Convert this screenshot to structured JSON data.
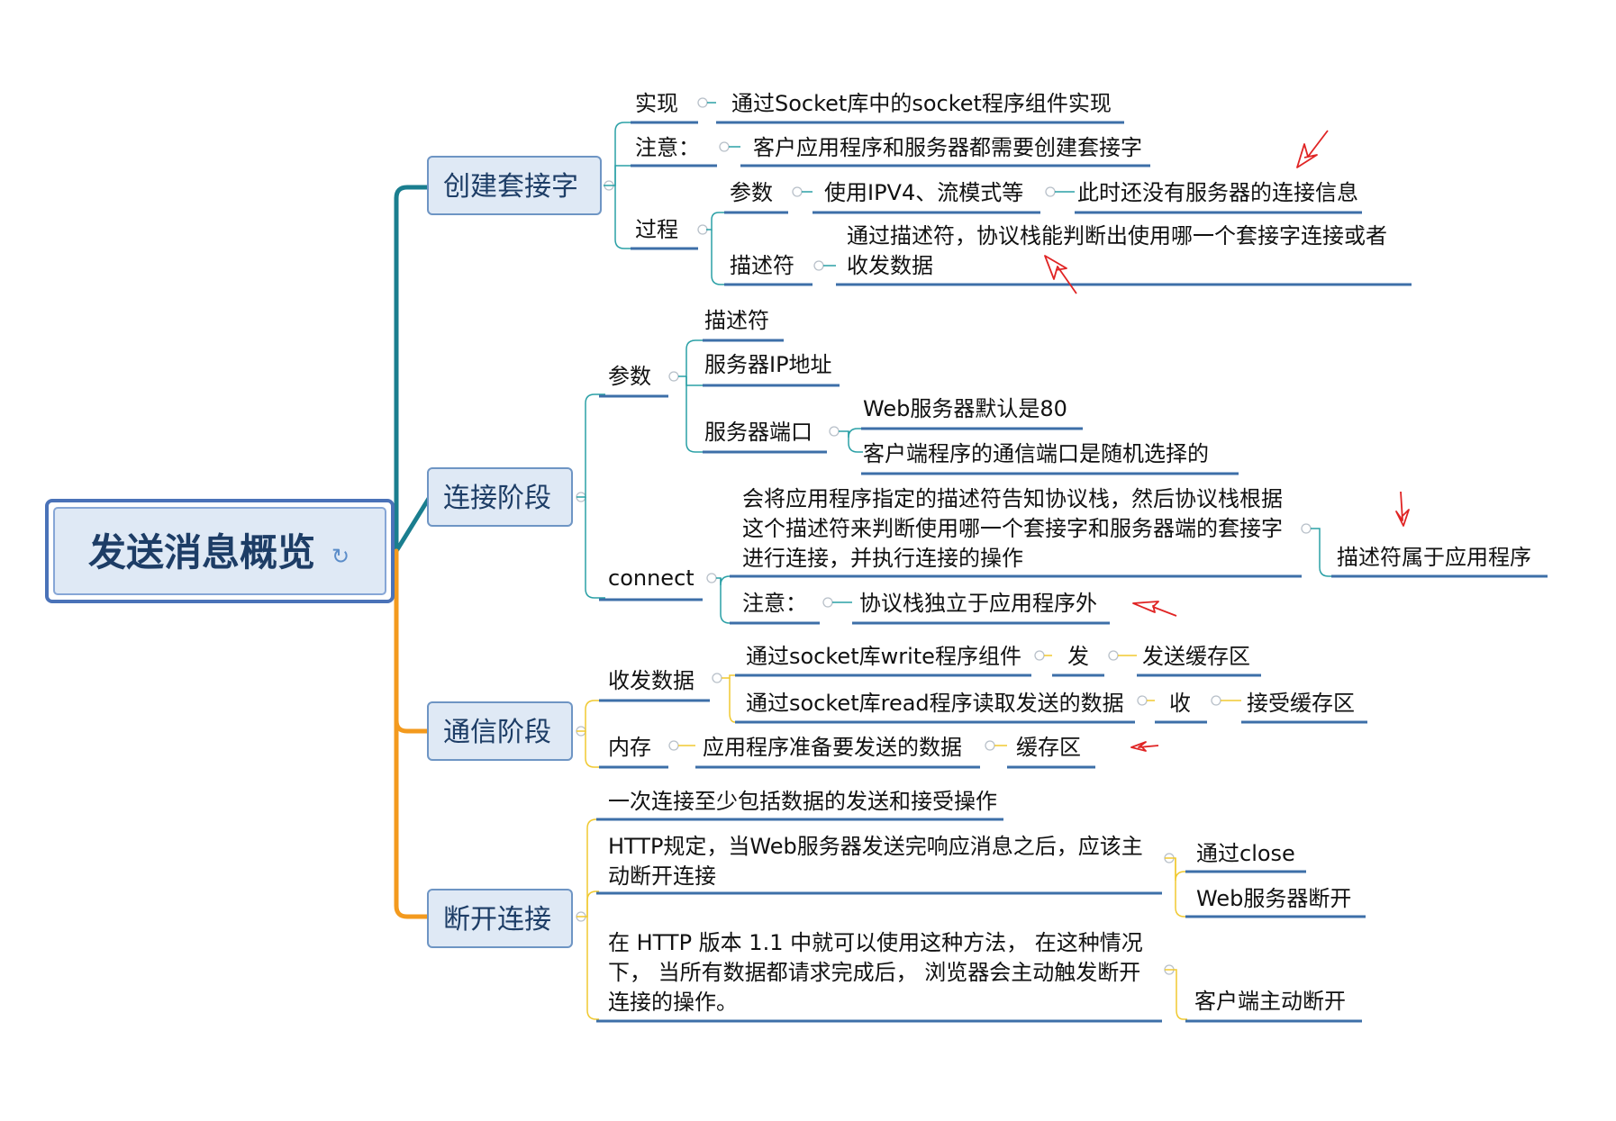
{
  "root": {
    "label": "发送消息概览"
  },
  "branches": {
    "socket": {
      "label": "创建套接字",
      "impl_label": "实现",
      "impl_value": "通过Socket库中的socket程序组件实现",
      "note_label": "注意：",
      "note_value": "客户应用程序和服务器都需要创建套接字",
      "process_label": "过程",
      "param_label": "参数",
      "param_value": "使用IPV4、流模式等",
      "param_note": "此时还没有服务器的连接信息",
      "desc_label": "描述符",
      "desc_line1": "通过描述符，协议栈能判断出使用哪一个套接字连接或者",
      "desc_line2": "收发数据"
    },
    "connect": {
      "label": "连接阶段",
      "params_label": "参数",
      "param_desc": "描述符",
      "param_ip": "服务器IP地址",
      "param_port": "服务器端口",
      "port_note1": "Web服务器默认是80",
      "port_note2": "客户端程序的通信端口是随机选择的",
      "connect_label": "connect",
      "connect_line1": "会将应用程序指定的描述符告知协议栈，然后协议栈根据",
      "connect_line2": "这个描述符来判断使用哪一个套接字和服务器端的套接字",
      "connect_line3": "进行连接，并执行连接的操作",
      "connect_note": "描述符属于应用程序",
      "note_label": "注意：",
      "note_value": "协议栈独立于应用程序外"
    },
    "comm": {
      "label": "通信阶段",
      "data_label": "收发数据",
      "write_value": "通过socket库write程序组件",
      "send_label": "发",
      "send_buffer": "发送缓存区",
      "read_value": "通过socket库read程序读取发送的数据",
      "recv_label": "收",
      "recv_buffer": "接受缓存区",
      "mem_label": "内存",
      "mem_value": "应用程序准备要发送的数据",
      "buffer_label": "缓存区"
    },
    "disconnect": {
      "label": "断开连接",
      "item1": "一次连接至少包括数据的发送和接受操作",
      "item2_line1": "HTTP规定，当Web服务器发送完响应消息之后，应该主",
      "item2_line2": "动断开连接",
      "item2_child1": "通过close",
      "item2_child2": "Web服务器断开",
      "item3_line1": "在 HTTP 版本 1.1 中就可以使用这种方法， 在这种情况",
      "item3_line2": "下， 当所有数据都请求完成后， 浏览器会主动触发断开",
      "item3_line3": "连接的操作。",
      "item3_child": "客户端主动断开"
    }
  },
  "colors": {
    "socket_branch": "#1a7e8f",
    "connect_branch": "#1a7e8f",
    "comm_branch": "#f39a1e",
    "disconnect_branch": "#f39a1e",
    "underline": "#3d6fa8",
    "annotation_arrow": "#e02424",
    "topic_fill": "#dfe9f5",
    "topic_border": "#6e95c4"
  }
}
